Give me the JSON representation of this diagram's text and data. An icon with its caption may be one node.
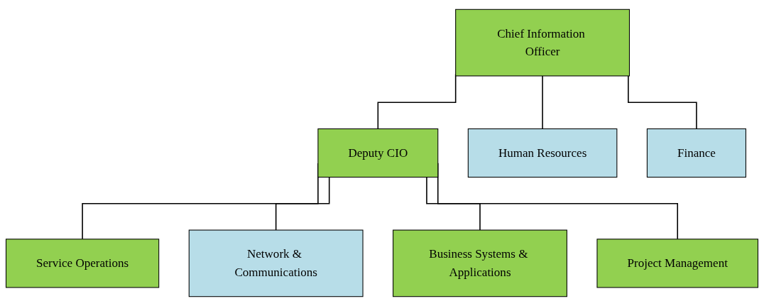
{
  "diagram": {
    "nodes": [
      {
        "text": [
          "Chief Information Officer"
        ]
      },
      {
        "text": [
          "Deputy CIO"
        ]
      },
      {
        "text": [
          "Human Resources"
        ]
      },
      {
        "text": [
          "Finance"
        ]
      },
      {
        "text": [
          "Service Operations"
        ]
      },
      {
        "text": [
          "Network & Communications"
        ]
      },
      {
        "text": [
          "Business Systems & Applications"
        ]
      },
      {
        "text": [
          "Project Management"
        ]
      }
    ],
    "edges": [
      {
        "from": 0,
        "to": 1,
        "arrow": "none"
      },
      {
        "from": 0,
        "to": 2,
        "arrow": "none"
      },
      {
        "from": 0,
        "to": 3,
        "arrow": "none"
      },
      {
        "from": 1,
        "to": 4,
        "arrow": "none"
      },
      {
        "from": 1,
        "to": 5,
        "arrow": "none"
      },
      {
        "from": 1,
        "to": 6,
        "arrow": "none"
      },
      {
        "from": 1,
        "to": 7,
        "arrow": "none"
      }
    ]
  }
}
